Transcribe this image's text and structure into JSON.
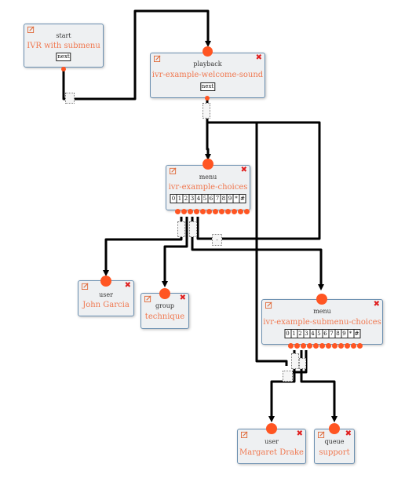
{
  "colors": {
    "accent": "#f07850",
    "port": "#ff5522",
    "delete": "#e02020",
    "wire": "#000000"
  },
  "nodes": {
    "start": {
      "type": "start",
      "name": "IVR with submenu",
      "button": "next"
    },
    "playback": {
      "type": "playback",
      "name": "ivr-example-welcome-sound",
      "button": "next"
    },
    "menu1": {
      "type": "menu",
      "name": "ivr-example-choices",
      "keys": [
        "0",
        "1",
        "2",
        "3",
        "4",
        "5",
        "6",
        "7",
        "8",
        "9",
        "*",
        "#"
      ]
    },
    "menu2": {
      "type": "menu",
      "name": "ivr-example-submenu-choices",
      "keys": [
        "0",
        "1",
        "2",
        "3",
        "4",
        "5",
        "6",
        "7",
        "8",
        "9",
        "*",
        "#"
      ]
    },
    "user1": {
      "type": "user",
      "name": "John Garcia"
    },
    "group1": {
      "type": "group",
      "name": "technique"
    },
    "user2": {
      "type": "user",
      "name": "Margaret Drake"
    },
    "queue1": {
      "type": "queue",
      "name": "support"
    }
  },
  "terminal_labels": {
    "menu_return": "-"
  }
}
